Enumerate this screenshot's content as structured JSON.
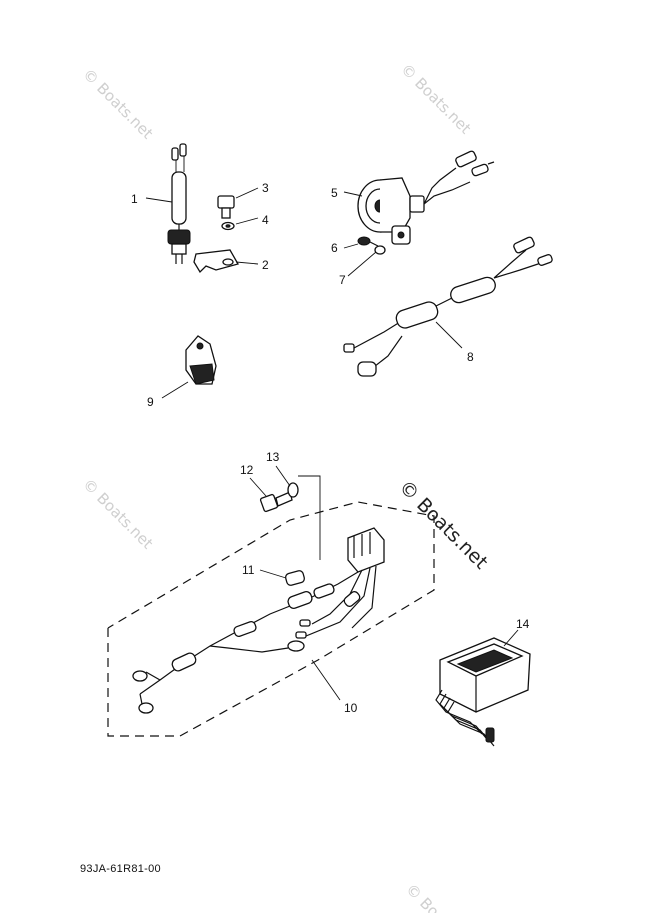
{
  "watermarks": {
    "small": "© Boats.net",
    "large": "© Boats.net"
  },
  "callouts": {
    "c1": "1",
    "c2": "2",
    "c3": "3",
    "c4": "4",
    "c5": "5",
    "c6": "6",
    "c7": "7",
    "c8": "8",
    "c9": "9",
    "c10": "10",
    "c11": "11",
    "c12": "12",
    "c13": "13",
    "c14": "14"
  },
  "footer": {
    "diagram_code": "93JA-61R81-00"
  }
}
